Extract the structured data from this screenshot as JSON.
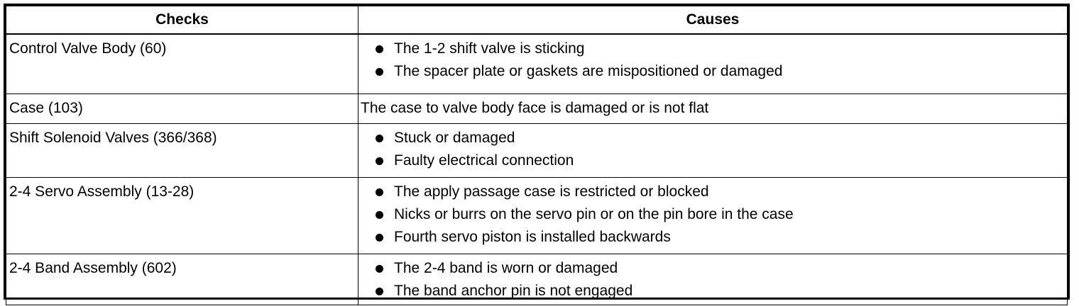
{
  "table": {
    "headers": {
      "checks": "Checks",
      "causes": "Causes"
    },
    "rows": [
      {
        "check": "Control Valve Body (60)",
        "causes": [
          "The 1-2 shift valve is sticking",
          "The spacer plate or gaskets are mispositioned or damaged"
        ]
      },
      {
        "check": "Case (103)",
        "cause_text": "The case to valve body face is damaged or is not flat"
      },
      {
        "check": "Shift Solenoid Valves (366/368)",
        "causes": [
          "Stuck or damaged",
          "Faulty electrical connection"
        ]
      },
      {
        "check": "2-4 Servo Assembly (13-28)",
        "causes": [
          "The apply passage case is restricted or blocked",
          "Nicks or burrs on the servo pin or on the pin bore in the case",
          "Fourth servo piston is installed backwards"
        ]
      },
      {
        "check": "2-4 Band Assembly (602)",
        "causes": [
          "The 2-4 band is worn or damaged",
          "The band anchor pin is not engaged"
        ]
      }
    ]
  }
}
